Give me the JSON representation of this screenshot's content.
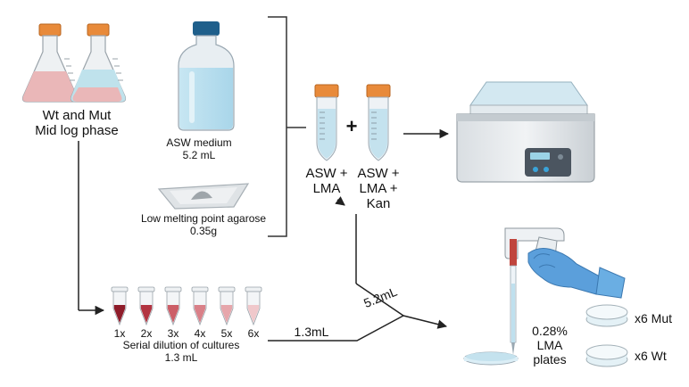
{
  "flasks": {
    "line1": "Wt and Mut",
    "line2": "Mid log phase"
  },
  "asw": {
    "line1": "ASW medium",
    "line2": "5.2 mL"
  },
  "agarose": {
    "line1": "Low melting point agarose",
    "line2": "0.35g"
  },
  "tube1": {
    "line1": "ASW +",
    "line2": "LMA"
  },
  "plus": "+",
  "tube2": {
    "line1": "ASW +",
    "line2": "LMA +",
    "line3": "Kan"
  },
  "dilution": {
    "labels": [
      "1x",
      "2x",
      "3x",
      "4x",
      "5x",
      "6x"
    ],
    "colors": [
      "#8e1c2a",
      "#b23441",
      "#cc5e67",
      "#d98088",
      "#e6a6ab",
      "#f0c8cb"
    ],
    "line1": "Serial dilution of cultures",
    "line2": "1.3 mL"
  },
  "flow": {
    "vol_tubes": "5.2mL",
    "vol_dilution": "1.3mL"
  },
  "plates": {
    "line1": "0.28%",
    "line2": "LMA",
    "line3": "plates",
    "mut": "x6 Mut",
    "wt": "x6 Wt"
  }
}
